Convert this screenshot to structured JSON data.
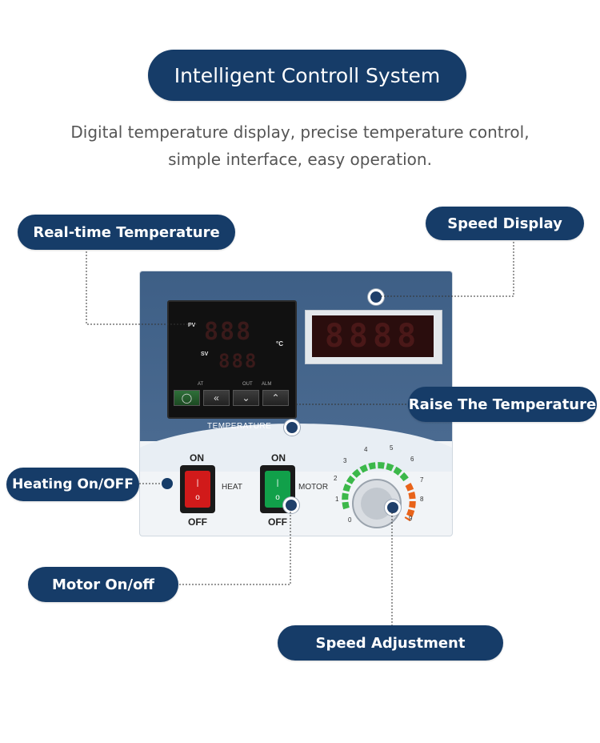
{
  "header": {
    "title": "Intelligent Controll System",
    "subtitle_line1": "Digital temperature display, precise temperature control,",
    "subtitle_line2": "simple interface, easy operation."
  },
  "callouts": {
    "realtime": "Real-time Temperature",
    "speed_display": "Speed Display",
    "raise": "Raise The Temperature",
    "heating": "Heating On/OFF",
    "motor": "Motor On/off",
    "speed_adjust": "Speed Adjustment"
  },
  "panel": {
    "controller": {
      "pv_label": "PV",
      "sv_label": "SV",
      "pv_digits": "888",
      "sv_digits": "888",
      "unit": "°C",
      "indicators": [
        "AT",
        "OUT",
        "ALM"
      ],
      "keys": [
        "◯",
        "«",
        "⌄",
        "⌃"
      ]
    },
    "speed_led": "8888",
    "temperature_label": "TEMPERATURE",
    "heat_switch": {
      "on": "ON",
      "off": "OFF",
      "label": "HEAT",
      "color": "#d11a1a"
    },
    "motor_switch": {
      "on": "ON",
      "off": "OFF",
      "label": "MOTOR",
      "color": "#11a04a"
    },
    "dial_scale": [
      "0",
      "1",
      "2",
      "3",
      "4",
      "5",
      "6",
      "7",
      "8",
      "9"
    ]
  },
  "colors": {
    "navy": "#163c68",
    "panel_blue": "#44658c",
    "dial_green": "#3cb84a",
    "dial_orange": "#e8631a"
  }
}
